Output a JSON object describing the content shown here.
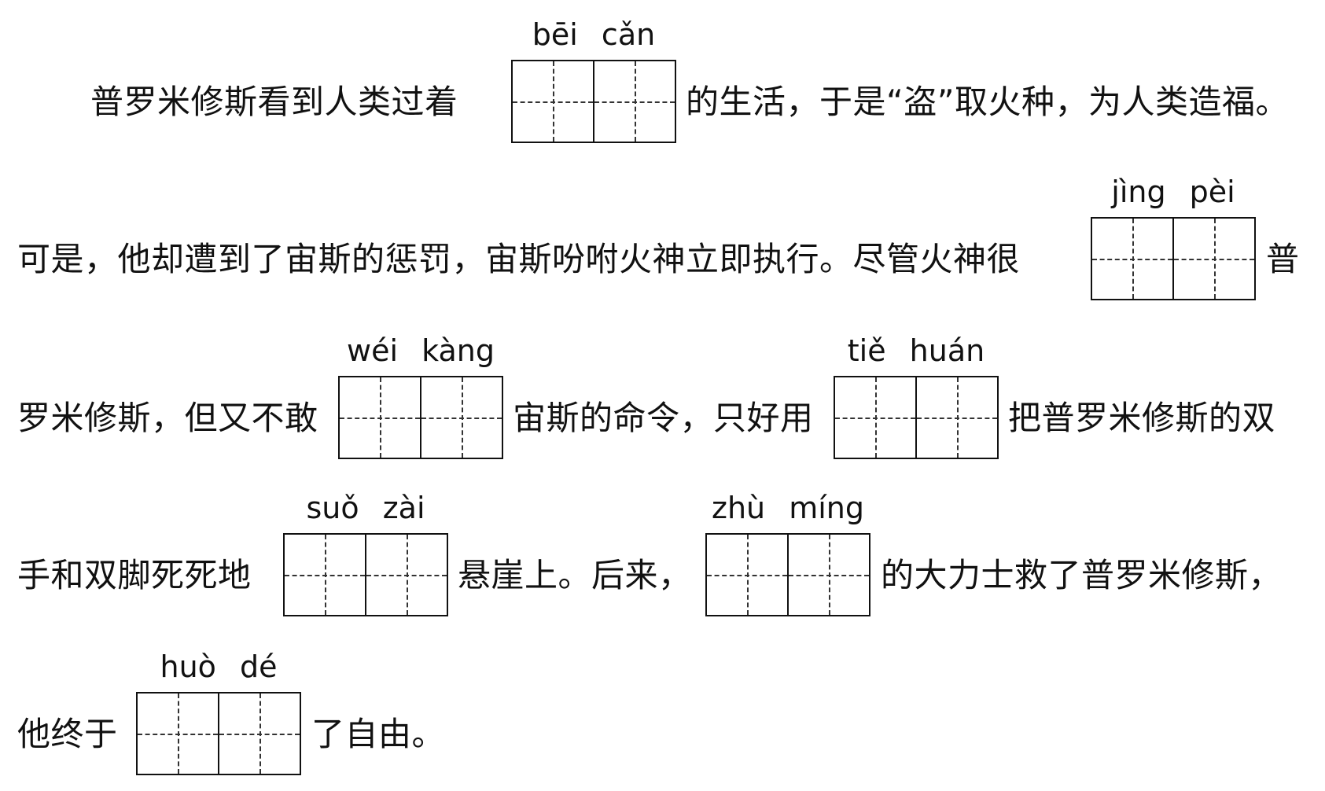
{
  "segments": {
    "r1a": "普罗米修斯看到人类过着",
    "r1b": "的生活，于是“盗”取火种，为人类造福。",
    "r2a": "可是，他却遭到了宙斯的惩罚，宙斯吩咐火神立即执行。尽管火神很",
    "r2b": "普",
    "r3a": "罗米修斯，但又不敢",
    "r3b": "宙斯的命令，只好用",
    "r3c": "把普罗米修斯的双",
    "r4a": "手和双脚死死地",
    "r4b": "悬崖上。后来，",
    "r4c": "的大力士救了普罗米修斯，",
    "r5a": "他终于",
    "r5b": "了自由。"
  },
  "pinyin": {
    "b1": "bēi cǎn",
    "b2": "jìng pèi",
    "b3": "wéi kàng",
    "b4": "tiě huán",
    "b5": "suǒ zài",
    "b6": "zhù míng",
    "b7": "huò dé"
  },
  "colors": {
    "ink": "#111111",
    "guide": "#333333",
    "background": "#ffffff"
  }
}
